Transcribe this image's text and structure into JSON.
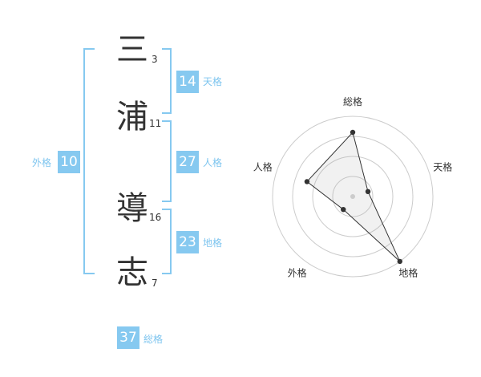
{
  "name": {
    "chars": [
      {
        "char": "三",
        "strokes": "3"
      },
      {
        "char": "浦",
        "strokes": "11"
      },
      {
        "char": "導",
        "strokes": "16"
      },
      {
        "char": "志",
        "strokes": "7"
      }
    ]
  },
  "kakusu": {
    "tenkaku": {
      "value": "14",
      "label": "天格"
    },
    "jinkaku": {
      "value": "27",
      "label": "人格"
    },
    "chikaku": {
      "value": "23",
      "label": "地格"
    },
    "gaikaku": {
      "value": "10",
      "label": "外格"
    },
    "soukaku": {
      "value": "37",
      "label": "総格"
    }
  },
  "chart_data": {
    "type": "radar",
    "axes": [
      "総格",
      "天格",
      "地格",
      "外格",
      "人格"
    ],
    "values": [
      4,
      1,
      5,
      1,
      3
    ],
    "rmax": 5,
    "rings": 4
  },
  "colors": {
    "accent": "#86c9f0",
    "text": "#333333"
  }
}
